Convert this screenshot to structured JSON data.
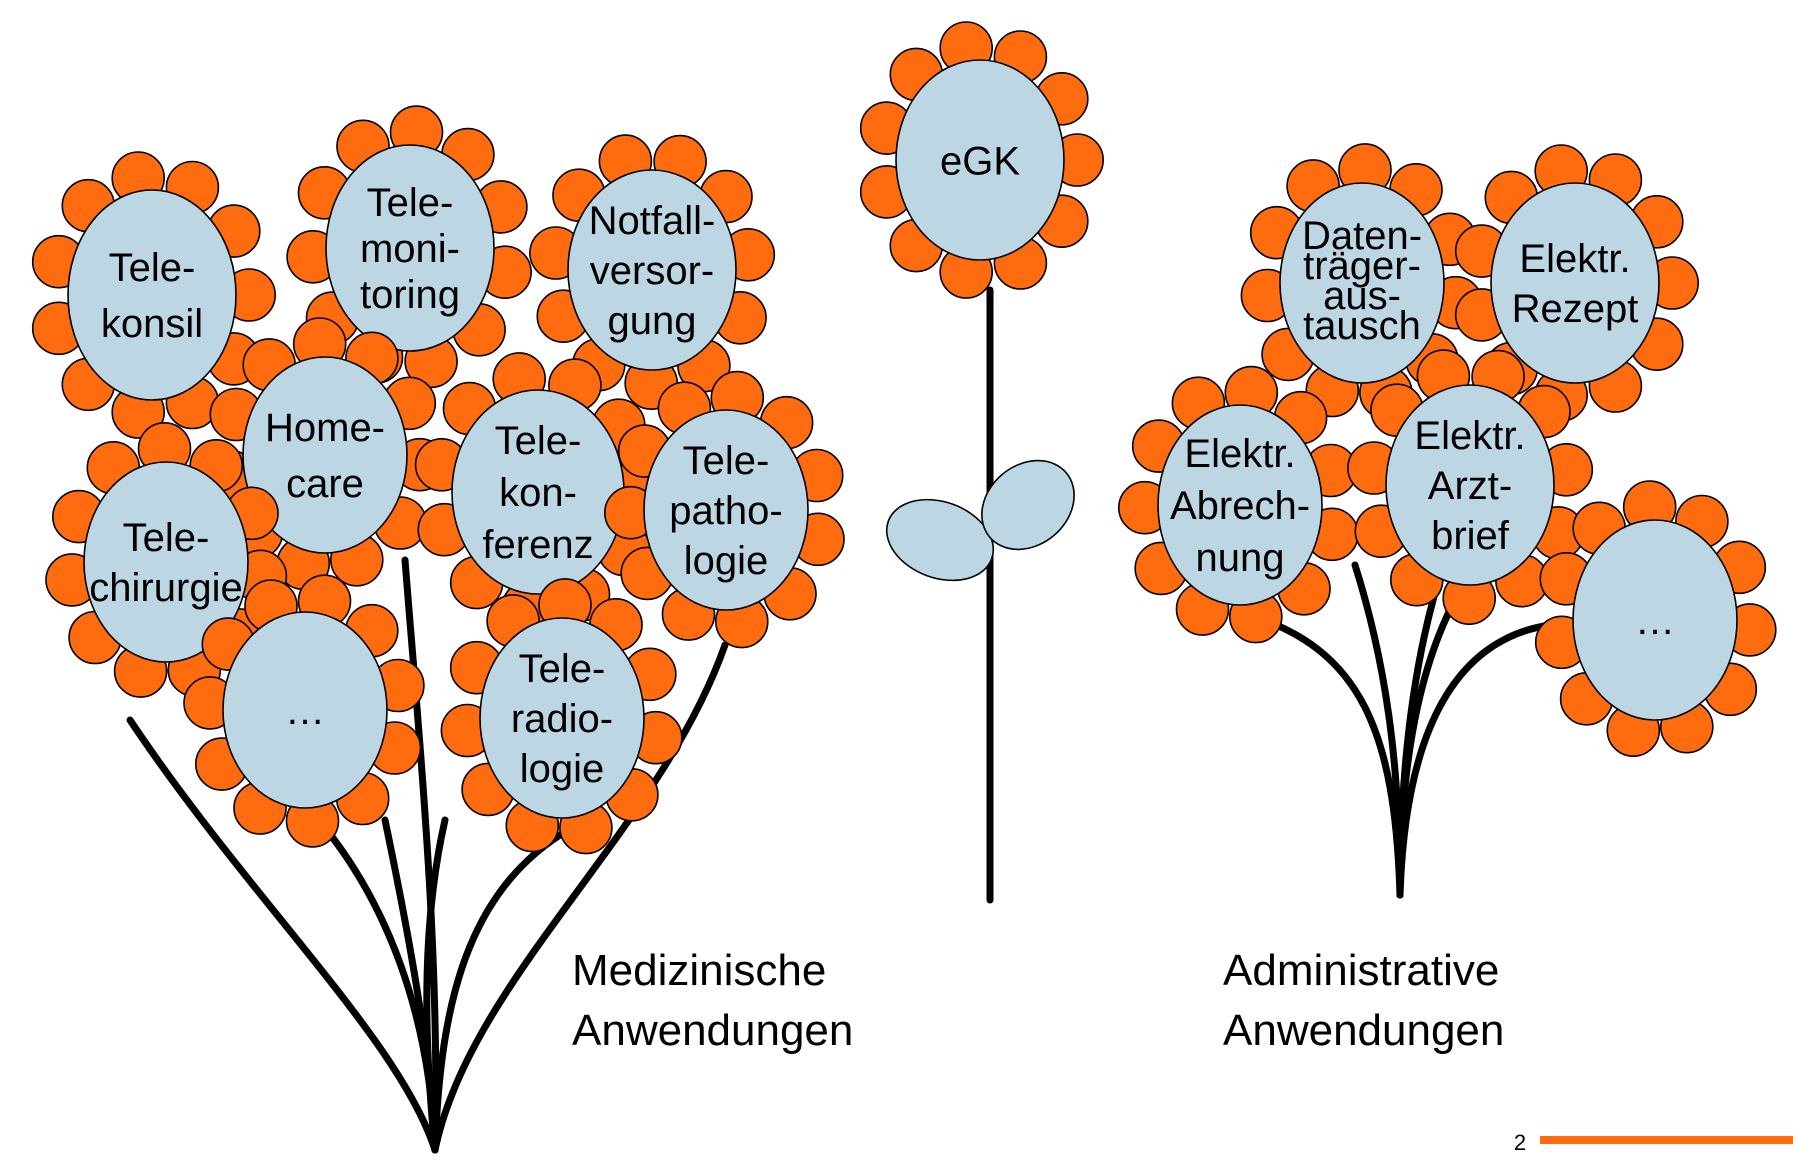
{
  "colors": {
    "petal": "#FF6B0F",
    "center": "#BDD6E4",
    "accent_line": "#FF6B0F"
  },
  "center_flower": {
    "label": "eGK"
  },
  "medical_group": {
    "caption_line1": "Medizinische",
    "caption_line2": "Anwendungen",
    "flowers": [
      {
        "id": "telekonsil",
        "lines": [
          "Tele-",
          "konsil"
        ]
      },
      {
        "id": "telemonitoring",
        "lines": [
          "Tele-",
          "moni-",
          "toring"
        ]
      },
      {
        "id": "notfallversorgung",
        "lines": [
          "Notfall-",
          "versor-",
          "gung"
        ]
      },
      {
        "id": "homecare",
        "lines": [
          "Home-",
          "care"
        ]
      },
      {
        "id": "telekonferenz",
        "lines": [
          "Tele-",
          "kon-",
          "ferenz"
        ]
      },
      {
        "id": "telepathologie",
        "lines": [
          "Tele-",
          "patho-",
          "logie"
        ]
      },
      {
        "id": "telechirurgie",
        "lines": [
          "Tele-",
          "chirurgie"
        ]
      },
      {
        "id": "more-medical",
        "lines": [
          "…"
        ]
      },
      {
        "id": "teleradiologie",
        "lines": [
          "Tele-",
          "radio-",
          "logie"
        ]
      }
    ]
  },
  "admin_group": {
    "caption_line1": "Administrative",
    "caption_line2": "Anwendungen",
    "flowers": [
      {
        "id": "datentraegeraustausch",
        "lines": [
          "Daten-",
          "träger-",
          "aus-",
          "tausch"
        ]
      },
      {
        "id": "elektr-rezept",
        "lines": [
          "Elektr.",
          "Rezept"
        ]
      },
      {
        "id": "elektr-abrechnung",
        "lines": [
          "Elektr.",
          "Abrech-",
          "nung"
        ]
      },
      {
        "id": "elektr-arztbrief",
        "lines": [
          "Elektr.",
          "Arzt-",
          "brief"
        ]
      },
      {
        "id": "more-admin",
        "lines": [
          "…"
        ]
      }
    ]
  },
  "page_number": "2"
}
